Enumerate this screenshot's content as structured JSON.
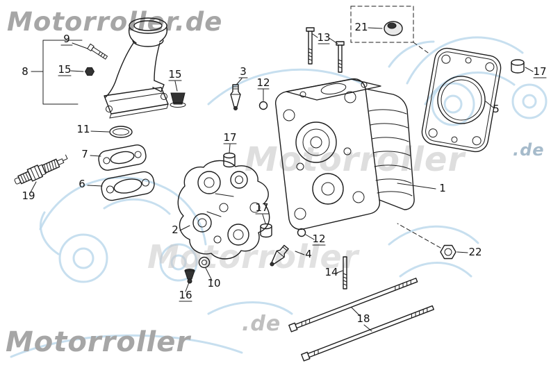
{
  "watermarks": {
    "brand_top_left": "Motorroller.de",
    "brand_center_upper": "Motorroller",
    "brand_center_upper_suffix": ".de",
    "brand_center_lower": "Motorroller",
    "brand_lower_suffix": ".de",
    "brand_bottom_left": "Motorroller",
    "text_color": "#b0b0b0",
    "logo_color": "#bdd9ec"
  },
  "diagram": {
    "line_color": "#1c1c1c",
    "callouts": [
      {
        "label": "21"
      },
      {
        "label": "13"
      },
      {
        "label": "9"
      },
      {
        "label": "8"
      },
      {
        "label": "15"
      },
      {
        "label": "15"
      },
      {
        "label": "17"
      },
      {
        "label": "3"
      },
      {
        "label": "12"
      },
      {
        "label": "5"
      },
      {
        "label": "11"
      },
      {
        "label": "17"
      },
      {
        "label": "7"
      },
      {
        "label": "6"
      },
      {
        "label": "19"
      },
      {
        "label": "1"
      },
      {
        "label": "2"
      },
      {
        "label": "17"
      },
      {
        "label": "12"
      },
      {
        "label": "4"
      },
      {
        "label": "22"
      },
      {
        "label": "14"
      },
      {
        "label": "16"
      },
      {
        "label": "10"
      },
      {
        "label": "18"
      }
    ]
  }
}
